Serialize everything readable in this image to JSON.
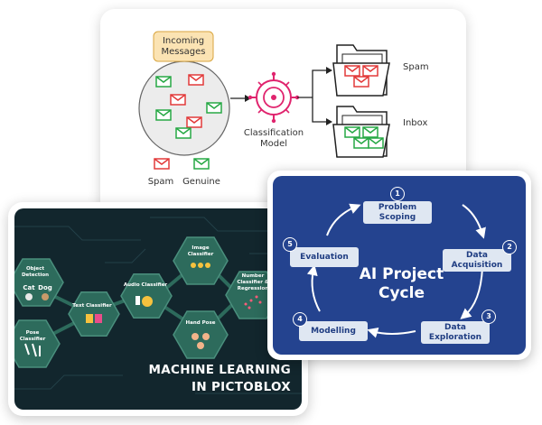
{
  "spam_diagram": {
    "incoming_label": "Incoming\nMessages",
    "model_label": "Classification\nModel",
    "spam_folder_label": "Spam",
    "inbox_folder_label": "Inbox",
    "legend_spam": "Spam",
    "legend_genuine": "Genuine",
    "colors": {
      "spam": "#e23a3a",
      "genuine": "#27a845",
      "model": "#e0246e",
      "incoming_box": "#fbe3b3"
    }
  },
  "pictoblox": {
    "title_line1": "MACHINE LEARNING",
    "title_line2": "IN PICTOBLOX",
    "hexes": {
      "object_detection": "Object\nDetection",
      "cat": "Cat",
      "dog": "Dog",
      "pose_classifier": "Pose\nClassifier",
      "text_classifier": "Text Classifier",
      "audio_classifier": "Audio Classifier",
      "image_classifier": "Image\nClassifier",
      "hand_pose": "Hand Pose",
      "number_classifier": "Number\nClassifier &\nRegression"
    },
    "colors": {
      "background": "#12262d",
      "hex": "#2d6b5c"
    }
  },
  "ai_cycle": {
    "title": "AI Project\nCycle",
    "steps": [
      {
        "num": "1",
        "label": "Problem\nScoping"
      },
      {
        "num": "2",
        "label": "Data\nAcquisition"
      },
      {
        "num": "3",
        "label": "Data\nExploration"
      },
      {
        "num": "4",
        "label": "Modelling"
      },
      {
        "num": "5",
        "label": "Evaluation"
      }
    ],
    "colors": {
      "background": "#24438f",
      "step_box": "#dfe7f2"
    }
  }
}
